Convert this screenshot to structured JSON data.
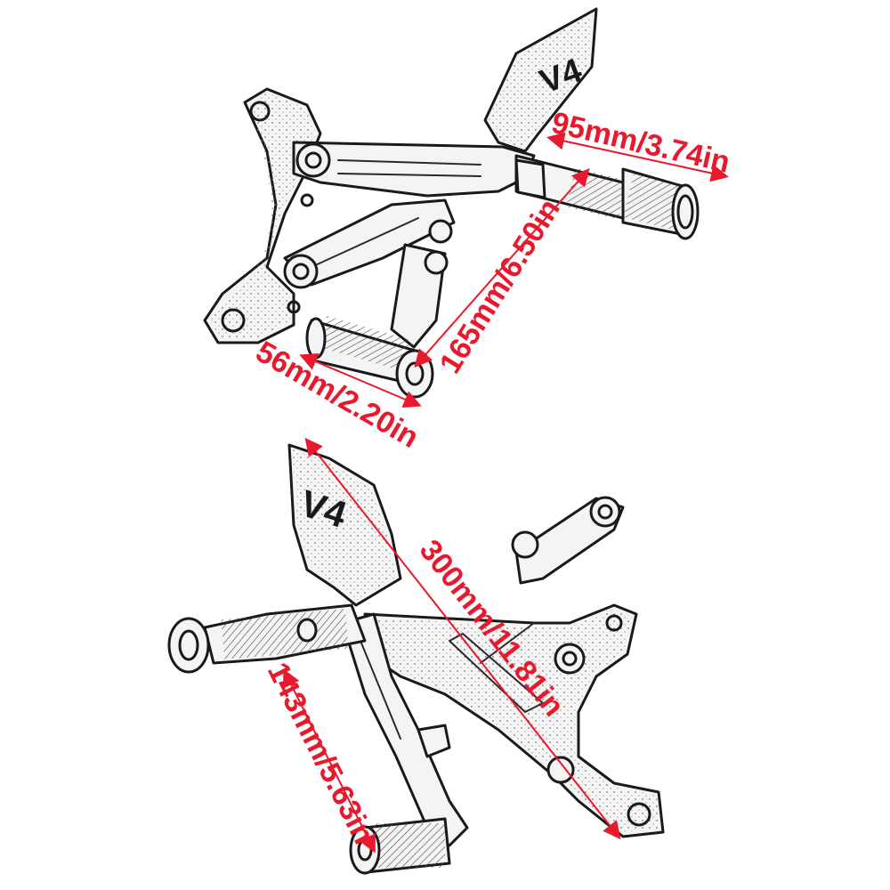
{
  "product": {
    "top_badge": "V4",
    "bottom_badge": "V4"
  },
  "dimensions": {
    "top_peg_length": "95mm/3.74in",
    "top_span": "165mm/6.50in",
    "top_lever_length": "56mm/2.20in",
    "bottom_span": "300mm/11.81in",
    "bottom_height": "143mm/5.63in"
  },
  "colors": {
    "dimension_text": "#e8192c",
    "line_art": "#1a1a1a",
    "background": "#ffffff"
  }
}
